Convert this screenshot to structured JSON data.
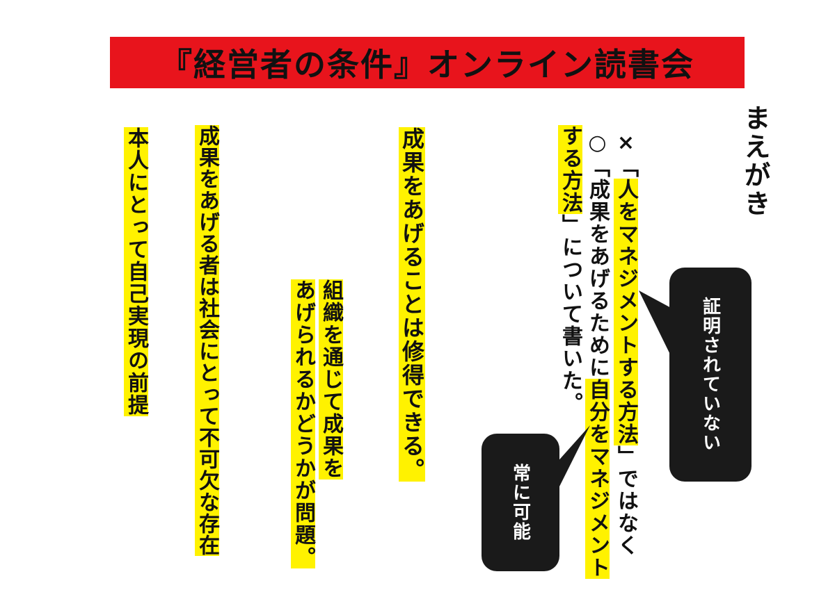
{
  "title": "『経営者の条件』オンライン読書会",
  "heading": "まえがき",
  "main_text": {
    "cross_mark": "×",
    "circle_mark": "○",
    "line1_open": "「",
    "line1_hl": "人をマネジメントする方法",
    "line1_close": "」",
    "line1_tail": "ではなく",
    "line2_open": "「成果をあげるために",
    "line2_hl": "自分をマネジメント",
    "line3_hl": "する方法",
    "line3_close": "」",
    "line3_tail": "について書いた。"
  },
  "columns": {
    "col4": "成果をあげることは修得できる。",
    "col5a": "組織を通じて成果を",
    "col5b": "あげられるかどうかが問題。",
    "col6": "成果をあげる者は社会にとって不可欠な存在",
    "col7": "本人にとって自己実現の前提"
  },
  "bubbles": {
    "proof": "証明されていない",
    "always": "常に可能"
  },
  "colors": {
    "title_bg": "#e8141c",
    "highlight": "#fff200",
    "bubble_bg": "#1a1a1a",
    "text": "#111111"
  }
}
